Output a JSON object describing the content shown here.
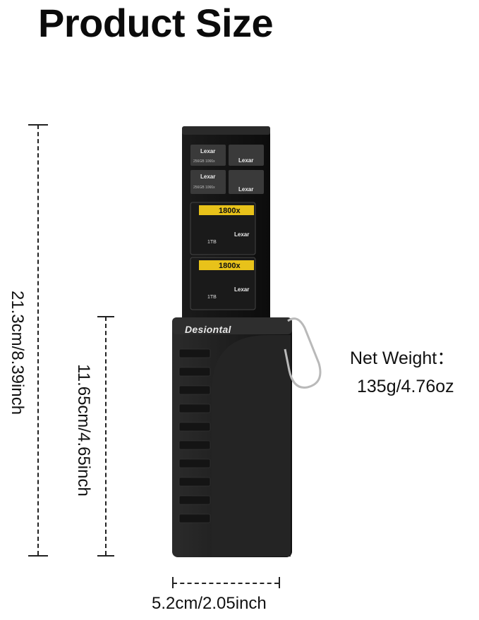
{
  "title": "Product Size",
  "dimensions": {
    "total_height": "21.3cm/8.39inch",
    "body_height": "11.65cm/4.65inch",
    "width": "5.2cm/2.05inch"
  },
  "net_weight": {
    "label": "Net Weight：",
    "value": "135g/4.76oz"
  },
  "product": {
    "brand": "Desiontal",
    "sd_card_brand": "Lexar",
    "sd_card_speed": "1800x",
    "sd_card_capacity": "1TB"
  }
}
